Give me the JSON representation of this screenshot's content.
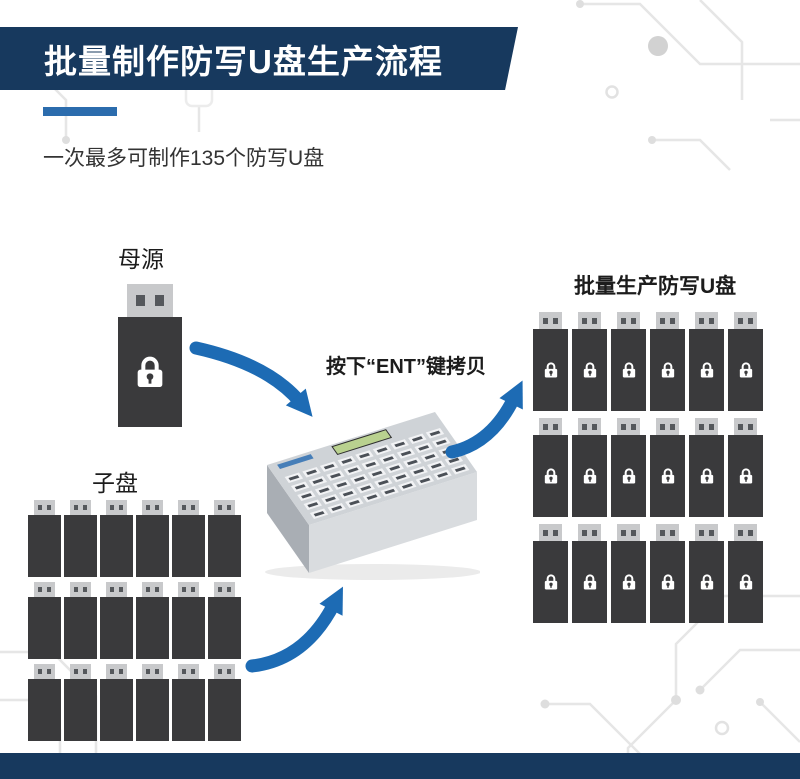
{
  "page": {
    "title": "批量制作防写U盘生产流程",
    "subtitle": "一次最多可制作135个防写U盘"
  },
  "labels": {
    "source": "母源",
    "children": "子盘",
    "action": "按下“ENT”键拷贝",
    "output": "批量生产防写U盘"
  },
  "source": {
    "locked": true,
    "size": "large"
  },
  "grids": {
    "children": {
      "rows": 3,
      "cols": 6,
      "size": "small",
      "locked": false
    },
    "output": {
      "rows": 3,
      "cols": 6,
      "size": "medium",
      "locked": true
    }
  },
  "machine": {
    "port_rows": 5,
    "port_cols": 9
  },
  "colors": {
    "banner": "#17395e",
    "accent": "#2b6cad",
    "arrow": "#1d6bb4",
    "usb_body": "#3a3a3c",
    "usb_connector": "#c8c9cb",
    "footer": "#17395e"
  }
}
